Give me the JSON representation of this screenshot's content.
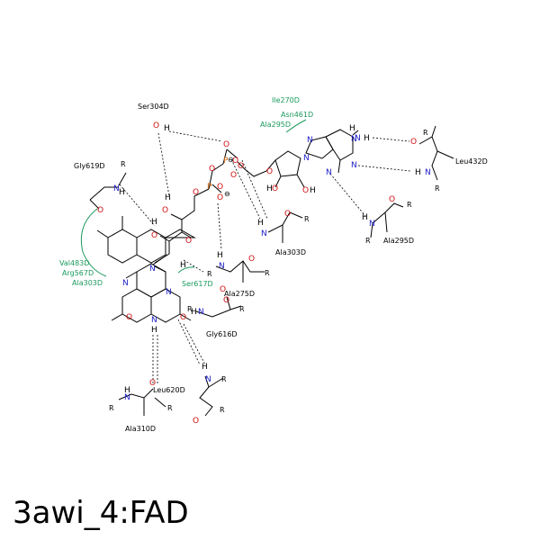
{
  "title": "3awi_4:FAD",
  "residues_hydrophobic": [
    "Ile270D",
    "Asn461D",
    "Ala295D",
    "Val483D",
    "Arg567D",
    "Ala303D",
    "Ser617D"
  ],
  "residues_hbond": [
    "Ser304D",
    "Gly619D",
    "Leu432D",
    "Ala303D",
    "Ala295D",
    "Ala275D",
    "Gly616D",
    "Leu620D",
    "Ala310D"
  ],
  "colors": {
    "hydrophobic": "#1a9a5c",
    "nitrogen": "#2020c8",
    "oxygen": "#d01010",
    "phosphorus": "#d06000"
  }
}
